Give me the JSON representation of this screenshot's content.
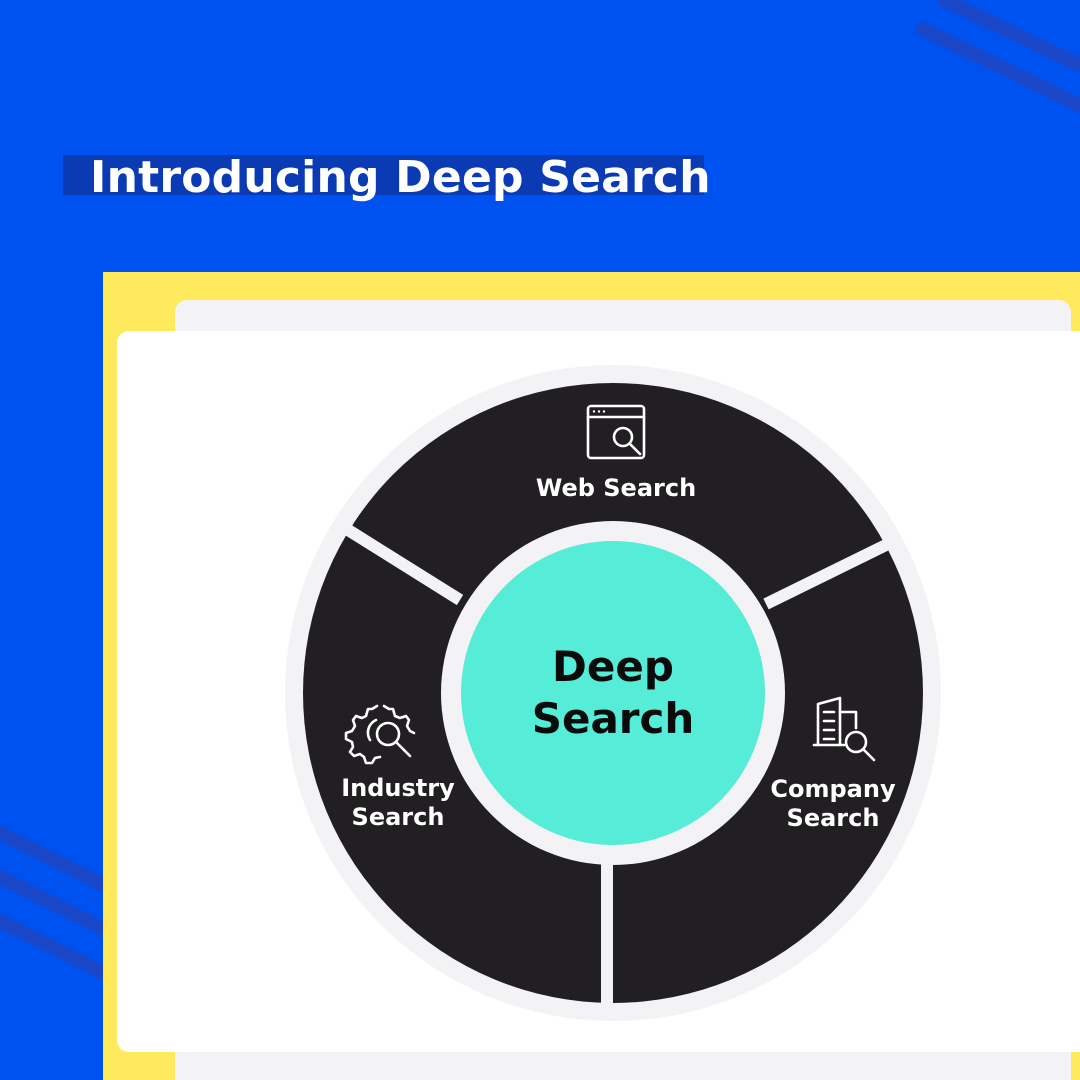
{
  "title": "Introducing Deep Search",
  "colors": {
    "background": "#0052f0",
    "title_highlight": "#0a3bb4",
    "title_text": "#ffffff",
    "yellow_panel": "#ffe95c",
    "card": "#ffffff",
    "ring": "#221f22",
    "ring_border": "#f3f2f5",
    "center": "#55ecd8",
    "center_text": "#0b0b0b",
    "segment_text": "#ffffff"
  },
  "diagram": {
    "center": {
      "line1": "Deep",
      "line2": "Search"
    },
    "segments": {
      "web": {
        "label": "Web Search",
        "icon": "browser-search-icon"
      },
      "industry": {
        "line1": "Industry",
        "line2": "Search",
        "icon": "gear-search-icon"
      },
      "company": {
        "line1": "Company",
        "line2": "Search",
        "icon": "building-search-icon"
      }
    }
  }
}
